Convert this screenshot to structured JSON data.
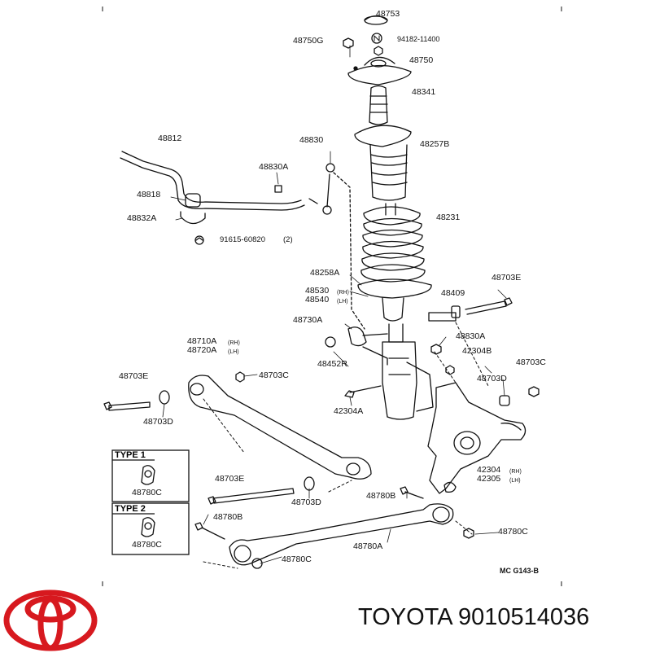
{
  "brand": {
    "name": "TOYOTA",
    "part_number": "9010514036",
    "logo": "toyota-logo",
    "logo_color": "#d7191f"
  },
  "diagram_code": "MC  G143-B",
  "type_boxes": [
    {
      "title": "TYPE 1",
      "part": "48780C"
    },
    {
      "title": "TYPE 2",
      "part": "48780C"
    }
  ],
  "labels": {
    "p48753": "48753",
    "p48750G": "48750G",
    "p94182": "94182-11400",
    "p48750": "48750",
    "p48341": "48341",
    "p48812": "48812",
    "p48830": "48830",
    "p48257B": "48257B",
    "p48830A_top": "48830A",
    "p48818": "48818",
    "p48231": "48231",
    "p48832A": "48832A",
    "p91615": "91615-60820",
    "p91615_qty": "(2)",
    "p48258A": "48258A",
    "p48703E_top": "48703E",
    "p48530": "48530",
    "p48540": "48540",
    "rh": "(RH)",
    "lh": "(LH)",
    "p48409": "48409",
    "p48730A": "48730A",
    "p48830A_mid": "48830A",
    "p48710A": "48710A",
    "p48720A": "48720A",
    "p42304B": "42304B",
    "p48452R": "48452R",
    "p48703C_right": "48703C",
    "p48703E_left": "48703E",
    "p48703C_mid": "48703C",
    "p48703D_right": "48703D",
    "p42304A": "42304A",
    "p48703D_left": "48703D",
    "p42304": "42304",
    "p42305": "42305",
    "p48703E_bottom": "48703E",
    "p48780B_right": "48780B",
    "p48703D_bottom": "48703D",
    "p48780B_left": "48780B",
    "p48780C_right": "48780C",
    "p48780A": "48780A",
    "p48780C_bottom": "48780C"
  }
}
